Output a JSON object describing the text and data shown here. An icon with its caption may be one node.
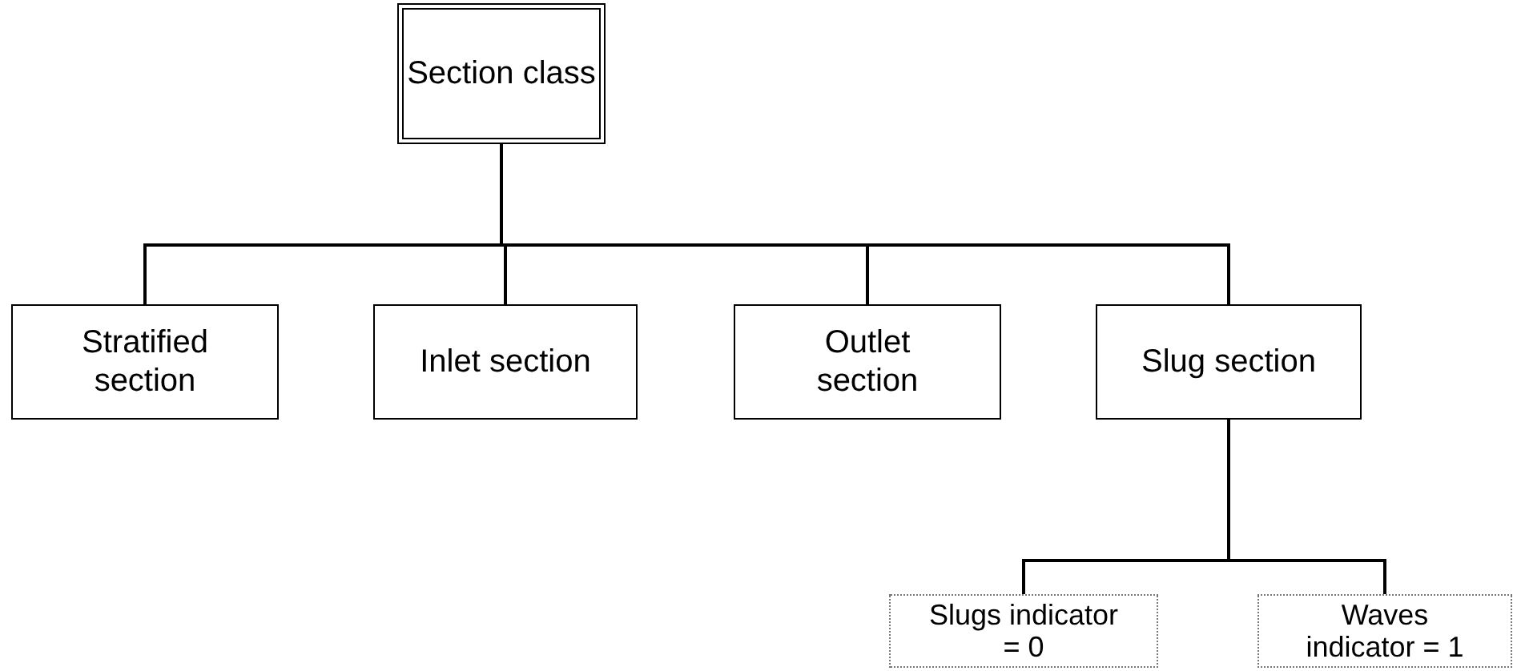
{
  "diagram": {
    "nodes": [
      {
        "text": [
          "Section class"
        ]
      },
      {
        "text": [
          "Stratified section"
        ]
      },
      {
        "text": [
          "Inlet section"
        ]
      },
      {
        "text": [
          "Outlet section"
        ]
      },
      {
        "text": [
          "Slug section"
        ]
      },
      {
        "text": [
          "Slugs indicator = 0"
        ]
      },
      {
        "text": [
          "Waves indicator = 1"
        ]
      }
    ],
    "edges": [
      {
        "from": 0,
        "to": 1,
        "arrow": "none"
      },
      {
        "from": 0,
        "to": 2,
        "arrow": "none"
      },
      {
        "from": 0,
        "to": 3,
        "arrow": "none"
      },
      {
        "from": 0,
        "to": 4,
        "arrow": "none"
      },
      {
        "from": 4,
        "to": 5,
        "arrow": "none"
      },
      {
        "from": 4,
        "to": 6,
        "arrow": "none"
      }
    ]
  }
}
